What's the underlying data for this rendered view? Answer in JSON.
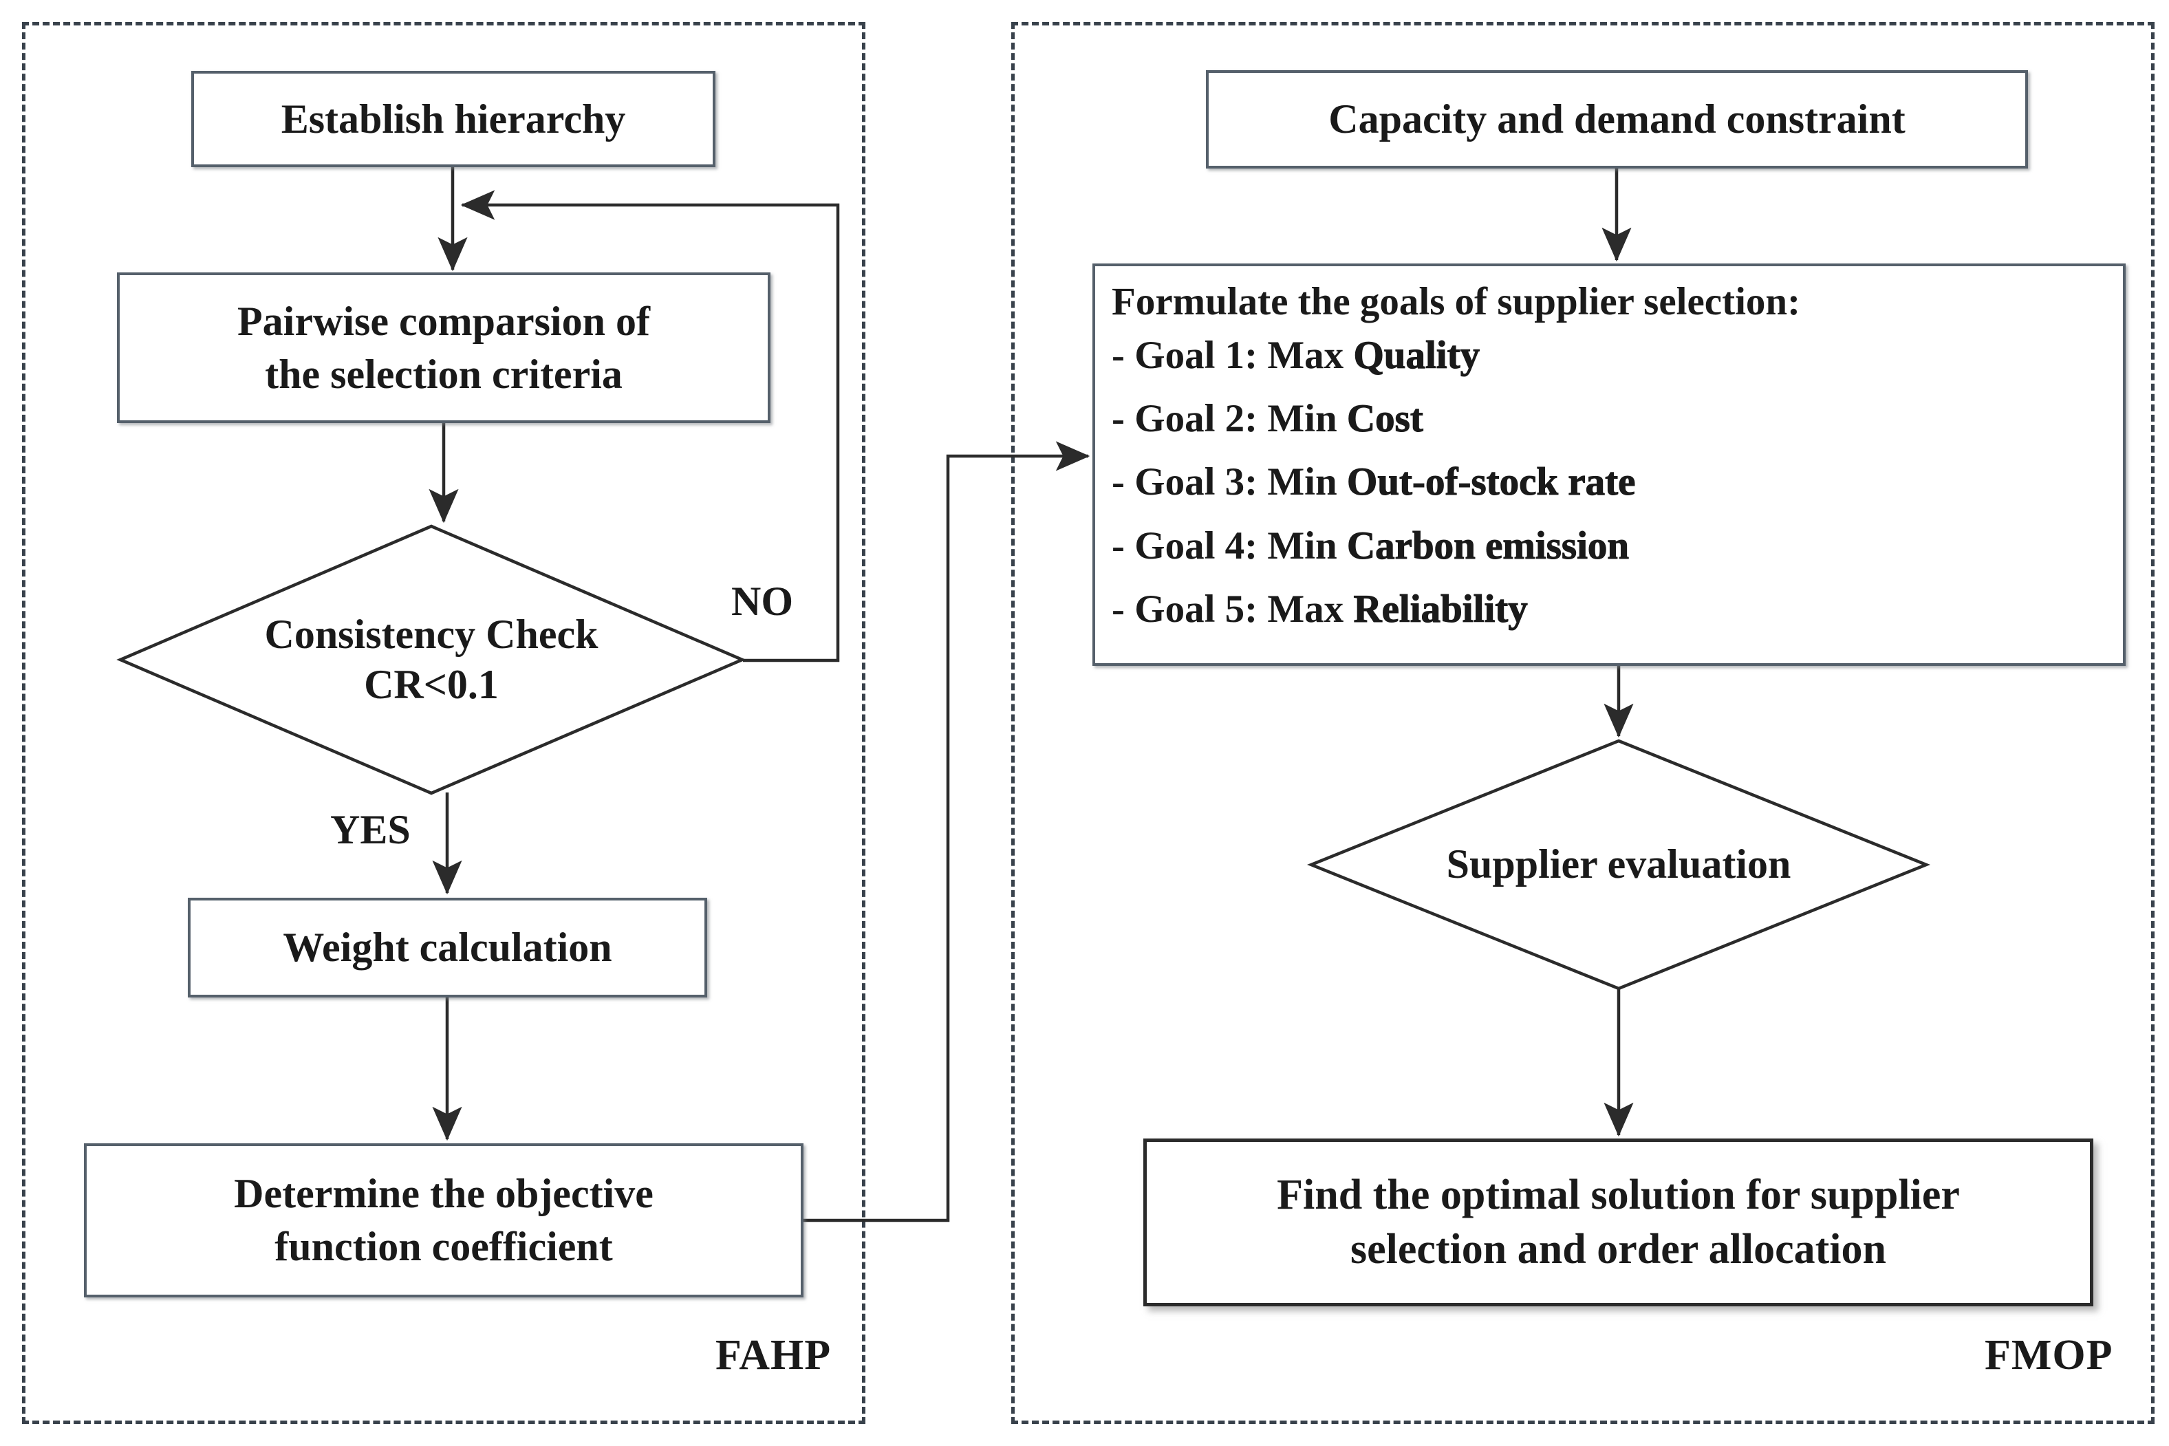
{
  "diagram": {
    "title": "FAHP and FMOP supplier selection flowchart",
    "type": "flowchart",
    "colors": {
      "node_border": "#55606b",
      "emphasis_border": "#2b2b2b",
      "panel_border": "#39424c",
      "connector": "#2b2b2b",
      "text": "#1a1a1a",
      "background": "#ffffff"
    }
  },
  "panels": [
    {
      "id": "fahp",
      "label": "FAHP"
    },
    {
      "id": "fmop",
      "label": "FMOP"
    }
  ],
  "fahp": {
    "establish_hierarchy": "Establish hierarchy",
    "pairwise_line1": "Pairwise comparsion of",
    "pairwise_line2": "the selection criteria",
    "consistency_line1": "Consistency Check",
    "consistency_line2": "CR<0.1",
    "weight_calculation": "Weight calculation",
    "determine_line1": "Determine the objective",
    "determine_line2": "function coefficient",
    "edge_no": "NO",
    "edge_yes": "YES"
  },
  "fmop": {
    "capacity_constraint": "Capacity and demand constraint",
    "formulate_heading": "Formulate the  goals of supplier selection:",
    "goals": [
      {
        "prefix": "- Goal 1: Max ",
        "emphasis": "Quality"
      },
      {
        "prefix": "- Goal 2: Min ",
        "emphasis": "Cost"
      },
      {
        "prefix": "- Goal 3: Min ",
        "emphasis": "Out-of-stock rate"
      },
      {
        "prefix": "- Goal 4: Min ",
        "emphasis": "Carbon emission"
      },
      {
        "prefix": "- Goal 5: Max ",
        "emphasis": "Reliability"
      }
    ],
    "goal_1_full": "- Goal 1: Max Quality",
    "goal_2_full": "- Goal 2: Min Cost",
    "goal_3_full": "- Goal 3: Min Out-of-stock rate",
    "goal_4_full": "- Goal 4: Min Carbon emission",
    "goal_5_full": "- Goal 5: Max Reliability",
    "supplier_evaluation": "Supplier evaluation",
    "find_line1": "Find the optimal solution for supplier",
    "find_line2": "selection and order allocation"
  }
}
